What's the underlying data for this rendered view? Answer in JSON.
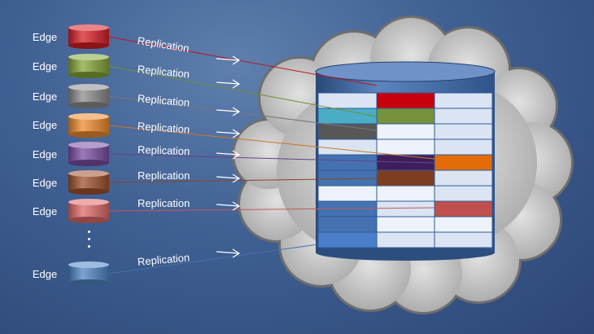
{
  "edges": [
    {
      "label": "Edge",
      "color": "#d81f26",
      "replication": "Replication",
      "cell_color": "#c8000c"
    },
    {
      "label": "Edge",
      "color": "#86a83a",
      "replication": "Replication",
      "cell_color": "#76923c"
    },
    {
      "label": "Edge",
      "color": "#8c8c8c",
      "replication": "Replication",
      "cell_color": "#575757"
    },
    {
      "label": "Edge",
      "color": "#f08c2e",
      "replication": "Replication",
      "cell_color": "#e36c09"
    },
    {
      "label": "Edge",
      "color": "#7a4fa3",
      "replication": "Replication",
      "cell_color": "#3f1e5c"
    },
    {
      "label": "Edge",
      "color": "#a0522d",
      "replication": "Replication",
      "cell_color": "#7f3d20"
    },
    {
      "label": "Edge",
      "color": "#e06a6a",
      "replication": "Replication",
      "cell_color": "#c0504d"
    },
    {
      "label": "Edge",
      "color": "#4f86c6",
      "replication": "Replication",
      "cell_color": "#4a7ec8"
    }
  ],
  "colors": {
    "table_light": "#dbe4f2",
    "table_white": "#eef3fb",
    "table_blue": "#4472b0",
    "table_teal": "#4bacc6",
    "cylinder": "#3f6fb5"
  }
}
